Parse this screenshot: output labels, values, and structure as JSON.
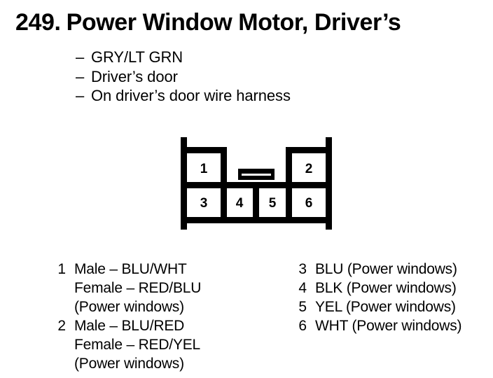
{
  "page": {
    "number": "249.",
    "title": "Power Window Motor, Driver’s"
  },
  "attributes": {
    "dash": "–",
    "items": [
      "GRY/LT GRN",
      "Driver’s door",
      "On driver’s door wire harness"
    ]
  },
  "connector": {
    "type": "6-pin connector face view",
    "top_row": [
      {
        "pin": "1",
        "position": "left"
      },
      {
        "pin": "2",
        "position": "right"
      }
    ],
    "bottom_row": [
      {
        "pin": "3"
      },
      {
        "pin": "4"
      },
      {
        "pin": "5"
      },
      {
        "pin": "6"
      }
    ],
    "center_tab": "latch-tab",
    "stroke_color": "#000000",
    "fill_color": "#ffffff"
  },
  "legend": {
    "left_column": [
      {
        "pin": "1",
        "lines": [
          "Male – BLU/WHT",
          "Female – RED/BLU",
          "(Power windows)"
        ]
      },
      {
        "pin": "2",
        "lines": [
          "Male – BLU/RED",
          "Female – RED/YEL",
          "(Power windows)"
        ]
      }
    ],
    "right_column": [
      {
        "pin": "3",
        "lines": [
          "BLU (Power windows)"
        ]
      },
      {
        "pin": "4",
        "lines": [
          "BLK (Power windows)"
        ]
      },
      {
        "pin": "5",
        "lines": [
          "YEL (Power windows)"
        ]
      },
      {
        "pin": "6",
        "lines": [
          "WHT (Power windows)"
        ]
      }
    ]
  }
}
